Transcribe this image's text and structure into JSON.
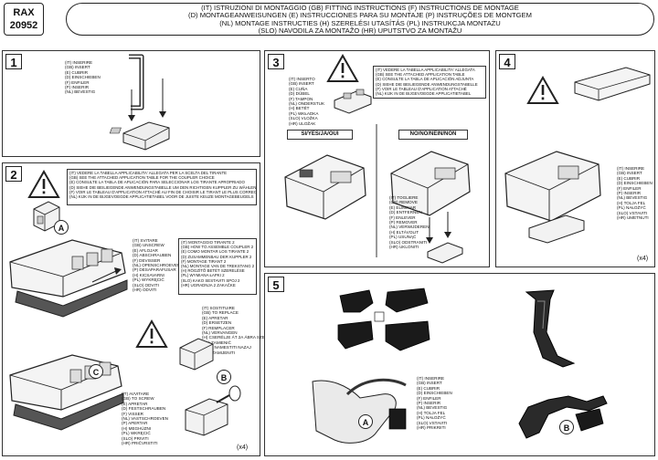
{
  "model": {
    "brand": "RAX",
    "code": "20952"
  },
  "header": {
    "lines": [
      "(IT) ISTRUZIONI DI MONTAGGIO (GB) FITTING INSTRUCTIONS (F) INSTRUCTIONS DE MONTAGE",
      "(D) MONTAGEANWEISUNGEN (E) INSTRUCCIONES PARA SU MONTAJE (P) INSTRUÇÕES DE MONTGEM",
      "(NL) MONTAGE INSTRUCTIES (H) SZERELÉSI UTASÍTÁS (PL) INSTRUKCJA MONTAŻU",
      "(SLO) NAVODILA ZA MONTAŽO (HR) UPUTSTVO ZA MONTAŽU"
    ]
  },
  "step1": {
    "number": "1",
    "labels": [
      "(IT) INSERIRE",
      "(GB) INSERT",
      "(E) CUBRIR",
      "(D) EINSCHIEBEN",
      "(F) ENFILER",
      "(P) INSERIR",
      "(NL) BEVESTIG"
    ]
  },
  "step2": {
    "number": "2",
    "note": [
      "(IT) VEDERE LA TABELLA APPLICABILITA' ALLEGATA PER LA SCELTA DEL TIRANTE",
      "(GB) SEE THE ATTACHED APPLICATION TABLE FOR THE COUPLER CHOICE",
      "(E) CONSULTE LA TABLA DE APLICACIÓN PARA SELECCIONAR LOS TIRANTE APROPRIADO",
      "(D) SIEHE DIE BEILIEGENDE ANWENDUNGSTABELLE UM DEN RICHTIGEN KUPPLER ZU WÄHLEN",
      "(F) VOIR LE TABLEAU D'APPLICATION ATTACHÉ AU FIN DE CHOISIR LE TIRANT LE PLUS CORRECT",
      "(NL) KIJK IN DE BIJGEVOEGDE APPLICATIETABEL VOOR DE JUISTE KEUZE MONTAGEBEUGELS"
    ],
    "label_a": "A",
    "label_b": "B",
    "label_c": "C",
    "unscrew_labels": [
      "(IT) SVITARE",
      "(GB) UNSCREW",
      "(E) AFLOJAR",
      "(D) ABSCHRAUBEN",
      "(F) DEVISSER",
      "(NL) OPENSCHROEVEN",
      "(P) DESAPARAFUSAR",
      "(H) KICSAVARNI",
      "(PL) WYKRĘCIĆ",
      "(SLO) ODVITI",
      "(HR) ODVITI"
    ],
    "mount_labels": [
      "(IT) MONTAGGIO TIRANTE 2",
      "(GB) HOW TO ASSEMBLE COUPLER 2",
      "(E) COMO MONTAR LOS TIRANTE 2",
      "(D) ZUSAMMENBAU DER KUPPLER 2",
      "(F) MONTAGE TIRANT 2",
      "(NL) MONTAGE VAN DE TREKSTANG 2",
      "(H) RÖGZÍTŐ BETÉT SZERELÉSE",
      "(PL) WYMIANA ŁAPKI 2",
      "(SLO) KAKO SESTAVITI SPOJ 2",
      "(HR) UGRADNJA 2 ZAKAČKE"
    ],
    "replace_labels": [
      "(IT) SOSTITUIRE",
      "(GB) TO REPLACE",
      "(E) APRETAR",
      "(D) ERSETZEN",
      "(F) REMPLACER",
      "(NL) VERVANGEN",
      "(H) CSERÉLJE ÁT 2A ÁBRA SZERINT",
      "(PL) ZAMIENIĆ",
      "(SLO) NAMESTITI NAZAJ",
      "(HR) ZAMIJENITI"
    ],
    "screw_labels": [
      "(IT) AVVITARE",
      "(GB) TO SCREW",
      "(E) APRETAR",
      "(D) FESTSCHRAUBEN",
      "(F) VISSER",
      "(NL) VASTSCHROEVEN",
      "(P) APERTAR",
      "(H) MEGHÚZNI",
      "(PL) WKRĘCIĆ",
      "(SLO) PRIVITI",
      "(HR) PRIČVRSTITI"
    ],
    "qty": "(x4)"
  },
  "step3": {
    "number": "3",
    "insert_labels": [
      "(IT) INSERTO",
      "(GB) INSERT",
      "(E) CUÑA",
      "(D) DÜBEL",
      "(F) TAMPON",
      "(NL) ONDERSTUK",
      "(H) BETÉT",
      "(PL) WKŁADKA",
      "(SLO) VLOŽKA",
      "(HR) ULOŽAK"
    ],
    "note": [
      "(IT) VEDERE LA TABELLA APPLICABILITA' ALLEGATA",
      "(GB) SEE THE ATTACHED APPLICATION TABLE",
      "(E) CONSULTE LA TABLA DE APLICACIÓN ADJUNTA",
      "(D) SIEHE DIE BEILIEGENDE ANWENDUNGSTABELLE",
      "(F) VOIR LE TABLEAU D'APPLICATION ATTACHÉ",
      "(NL) KIJK IN DE BIJGEVOEGDE APPLICATIETABEL"
    ],
    "yes_tab": "SI/YES/JA/OUI",
    "no_tab": "NO/NO/NEIN/NON",
    "remove_labels": [
      "(IT) TOGLIERE",
      "(GB) REMOVE",
      "(E) ELIMINAR",
      "(D) ENTFERNEN",
      "(F) ENLEVER",
      "(P) REMOVER",
      "(NL) VERWIJDEREN",
      "(H) ELTÁVOLIT",
      "(PL) USUNĄĆ",
      "(SLO) ODSTRANITI",
      "(HR) UKLONITI"
    ]
  },
  "step4": {
    "number": "4",
    "labels": [
      "(IT) INSERIRE",
      "(GB) INSERT",
      "(E) CUBRIR",
      "(D) EINSCHIEBEN",
      "(F) ENFILER",
      "(P) INSERIR",
      "(NL) BEVESTIG",
      "(H) TOLJA FEL",
      "(PL) NAŁOŻYĆ",
      "(SLO) VSTAVITI",
      "(HR) UMETNUTI"
    ],
    "qty": "(x4)"
  },
  "step5": {
    "number": "5",
    "labels": [
      "(IT) INSERIRE",
      "(GB) INSERT",
      "(E) CUBRIR",
      "(D) EINSCHIEBEN",
      "(F) ENFILER",
      "(P) INSERIR",
      "(NL) BEVESTIG",
      "(H) TOLJA FEL",
      "(PL) NAŁOŻYĆ",
      "(SLO) VSTAVITI",
      "(HR) PRIKRIITI"
    ],
    "label_a": "A",
    "label_b": "B"
  }
}
